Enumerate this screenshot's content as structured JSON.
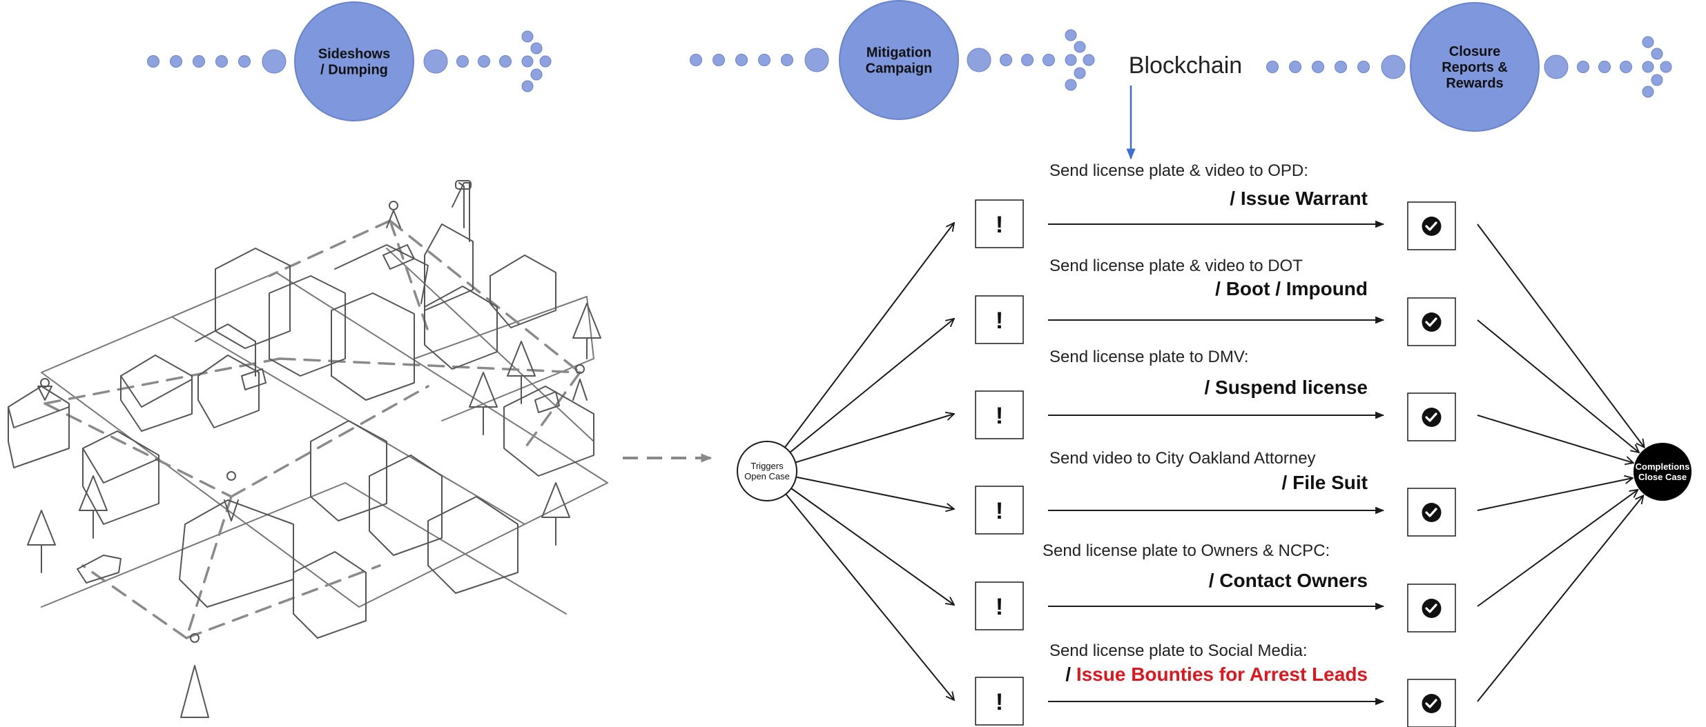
{
  "stages": [
    {
      "label_lines": [
        "Sideshows",
        "/ Dumping"
      ]
    },
    {
      "label_lines": [
        "Mitigation",
        "Campaign"
      ]
    },
    {
      "label_lines": [
        "Closure",
        "Reports &",
        "Rewards"
      ]
    }
  ],
  "blockchain_label": "Blockchain",
  "start_node": {
    "label_lines": [
      "Triggers",
      "Open Case"
    ]
  },
  "end_node": {
    "label_lines": [
      "Completions",
      "Close Case"
    ]
  },
  "flag_icon": "!",
  "actions": [
    {
      "description": "Send license plate & video to OPD:",
      "action": "/ Issue Warrant"
    },
    {
      "description": "Send license plate & video to DOT",
      "action": "/ Boot / Impound"
    },
    {
      "description": "Send license plate to DMV:",
      "action": "/ Suspend license"
    },
    {
      "description": "Send video to City Oakland Attorney",
      "action": "/ File Suit"
    },
    {
      "description": "Send license plate to Owners & NCPC:",
      "action": "/ Contact Owners"
    },
    {
      "description": "Send license plate to Social Media:",
      "action_prefix": "/ ",
      "action": "Issue Bounties for Arrest Leads",
      "action_color": "#e0161c"
    }
  ],
  "colors": {
    "stage_fill": "#7f97dc",
    "stage_stroke": "#6a82cc",
    "dot_fill": "#8ea2e0",
    "arrow_blue": "#3f6fd6",
    "line": "#1a1a1a",
    "sketch": "#555555"
  },
  "icons": {
    "flag": "exclamation-icon",
    "done": "checkmark-circle-icon",
    "chevron": "dot-chevron-arrow-icon"
  }
}
